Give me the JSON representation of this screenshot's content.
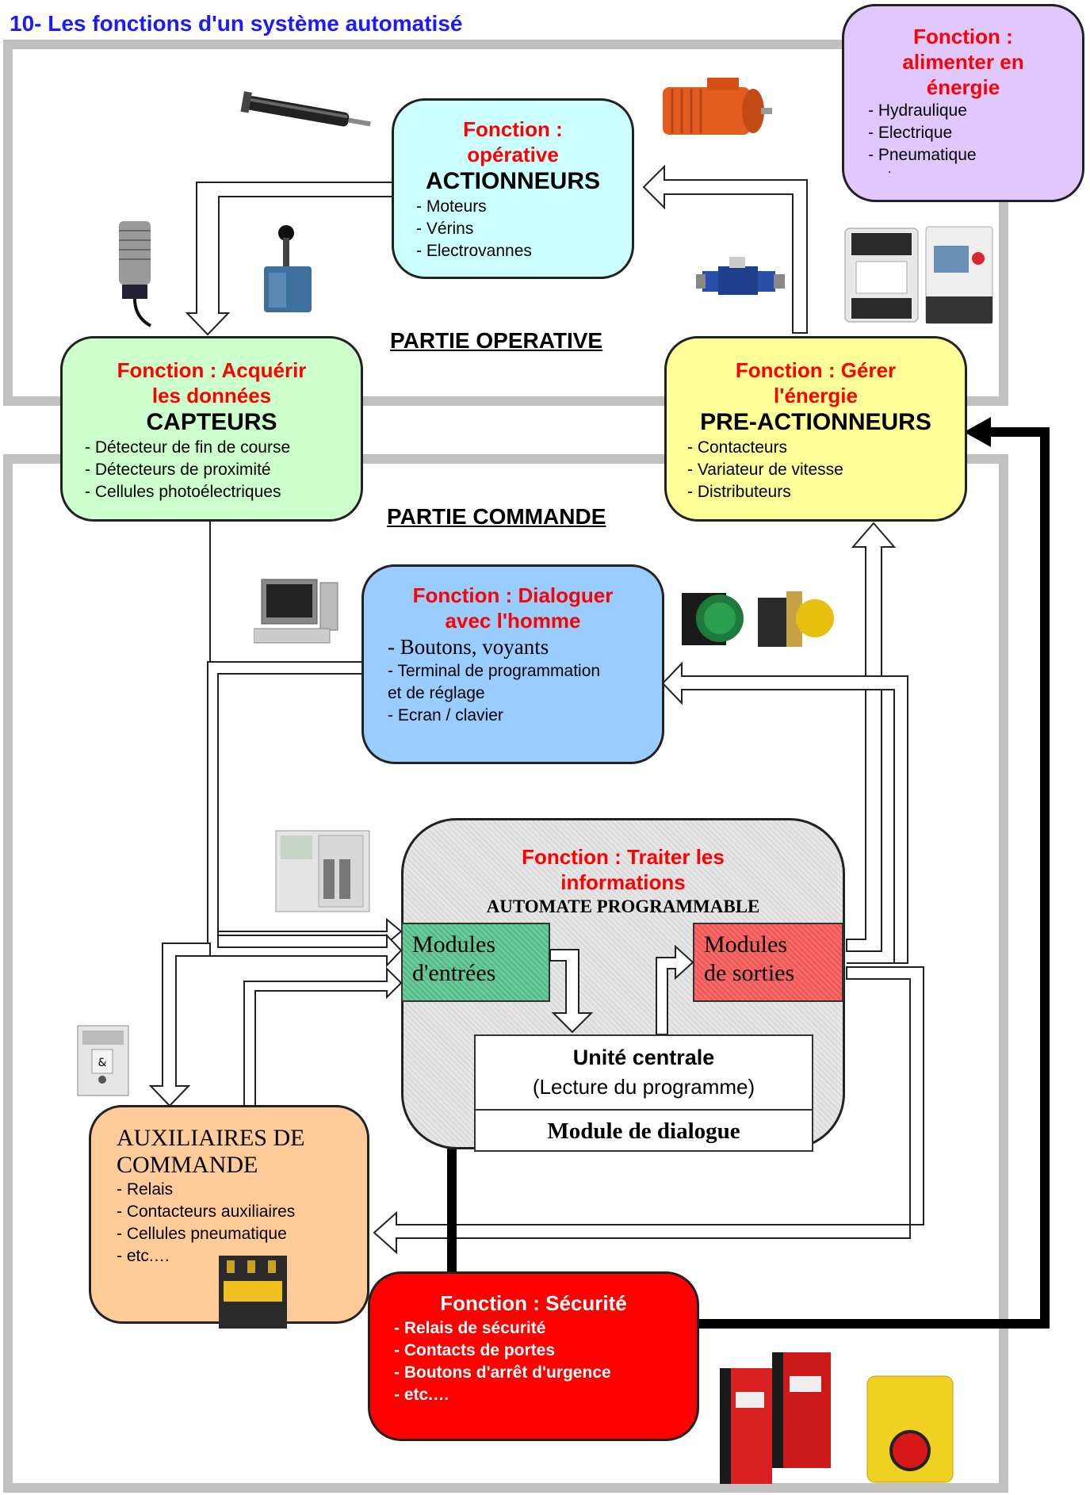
{
  "page_title": "10- Les fonctions d'un système automatisé",
  "sections": {
    "operative": "PARTIE OPERATIVE",
    "commande": "PARTIE COMMANDE"
  },
  "energie": {
    "title_lines": [
      "Fonction :",
      "alimenter en",
      "énergie"
    ],
    "items": [
      "- Hydraulique",
      "- Electrique",
      "- Pneumatique",
      "- etc.…"
    ]
  },
  "actionneurs": {
    "function_lines": [
      "Fonction :",
      "opérative"
    ],
    "category": "ACTIONNEURS",
    "items": [
      "- Moteurs",
      "- Vérins",
      "- Electrovannes"
    ]
  },
  "capteurs": {
    "function_lines": [
      "Fonction : Acquérir",
      "les données"
    ],
    "category": "CAPTEURS",
    "items": [
      "- Détecteur de fin de course",
      "- Détecteurs de proximité",
      "- Cellules photoélectriques"
    ]
  },
  "preactionneurs": {
    "function_lines": [
      "Fonction : Gérer",
      "l'énergie"
    ],
    "category": "PRE-ACTIONNEURS",
    "items": [
      "- Contacteurs",
      "- Variateur de vitesse",
      "- Distributeurs"
    ]
  },
  "dialogue": {
    "function_lines": [
      "Fonction : Dialoguer",
      "avec l'homme"
    ],
    "item_serif": "- Boutons, voyants",
    "items": [
      "- Terminal de programmation",
      "et de réglage",
      "- Ecran / clavier"
    ]
  },
  "automate": {
    "function_lines": [
      "Fonction : Traiter les",
      "informations"
    ],
    "title": "AUTOMATE PROGRAMMABLE",
    "module_entrees": [
      "Modules",
      "d'entrées"
    ],
    "module_sorties": [
      "Modules",
      "de sorties"
    ],
    "unite_title": "Unité centrale",
    "unite_sub": "(Lecture du programme)",
    "module_dialogue": "Module de dialogue"
  },
  "auxiliaires": {
    "title_lines": [
      "AUXILIAIRES DE",
      "COMMANDE"
    ],
    "items": [
      "- Relais",
      "- Contacteurs auxiliaires",
      "- Cellules pneumatique",
      "- etc.…"
    ]
  },
  "securite": {
    "title": "Fonction : Sécurité",
    "items": [
      "- Relais de sécurité",
      "- Contacts de portes",
      "- Boutons d'arrêt d'urgence",
      "- etc.…"
    ]
  },
  "colors": {
    "title_blue": "#1a1aff",
    "function_red": "#ff0000",
    "actionneurs_bg": "#ccffff",
    "capteurs_bg": "#ccffcc",
    "preactionneurs_bg": "#ffff99",
    "dialogue_bg": "#99ccff",
    "auxiliaires_bg": "#ffcc99",
    "securite_bg": "#ff0000",
    "energie_bg": "#e0c8ff",
    "entrees_bg": "#66cc99",
    "sorties_bg": "#ff6666",
    "frame_grey": "#c0c0c0"
  }
}
